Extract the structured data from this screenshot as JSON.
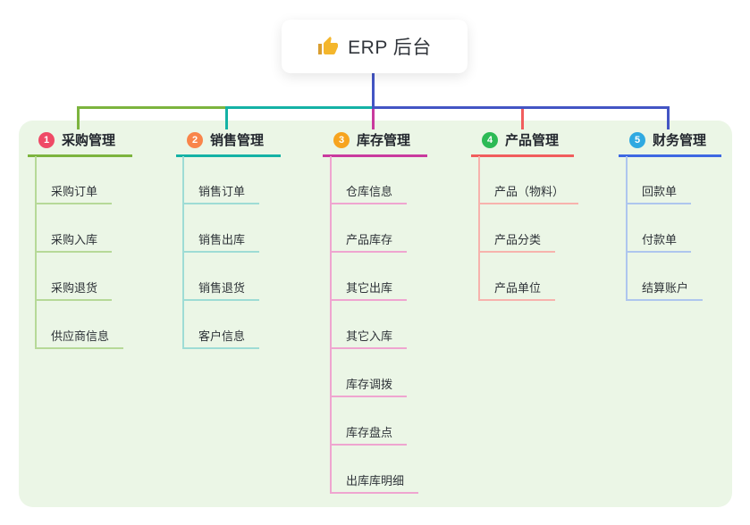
{
  "root": {
    "label": "ERP 后台",
    "icon": "thumbs-up-icon"
  },
  "canvas": {
    "background": "#ebf6e6"
  },
  "connector_colors": {
    "stem_blue": "#4355c4",
    "green": "#7cb43e",
    "teal": "#14b2a5",
    "magenta": "#c93a9e",
    "red": "#f15d5d"
  },
  "branches": [
    {
      "num": "1",
      "label": "采购管理",
      "badge_color": "#ef4a66",
      "line_color": "#7cb43e",
      "light_color": "#b6d998",
      "children": [
        "采购订单",
        "采购入库",
        "采购退货",
        "供应商信息"
      ]
    },
    {
      "num": "2",
      "label": "销售管理",
      "badge_color": "#f9854a",
      "line_color": "#14b2a5",
      "light_color": "#9edcd5",
      "children": [
        "销售订单",
        "销售出库",
        "销售退货",
        "客户信息"
      ]
    },
    {
      "num": "3",
      "label": "库存管理",
      "badge_color": "#f7a41f",
      "line_color": "#c93a9e",
      "light_color": "#efa5d0",
      "children": [
        "仓库信息",
        "产品库存",
        "其它出库",
        "其它入库",
        "库存调拨",
        "库存盘点",
        "出库库明细"
      ]
    },
    {
      "num": "4",
      "label": "产品管理",
      "badge_color": "#2cba55",
      "line_color": "#f15d5d",
      "light_color": "#f7b3ad",
      "children": [
        "产品（物料）",
        "产品分类",
        "产品单位"
      ]
    },
    {
      "num": "5",
      "label": "财务管理",
      "badge_color": "#2fa9e1",
      "line_color": "#3e68e2",
      "light_color": "#aec6ee",
      "children": [
        "回款单",
        "付款单",
        "结算账户"
      ]
    }
  ]
}
